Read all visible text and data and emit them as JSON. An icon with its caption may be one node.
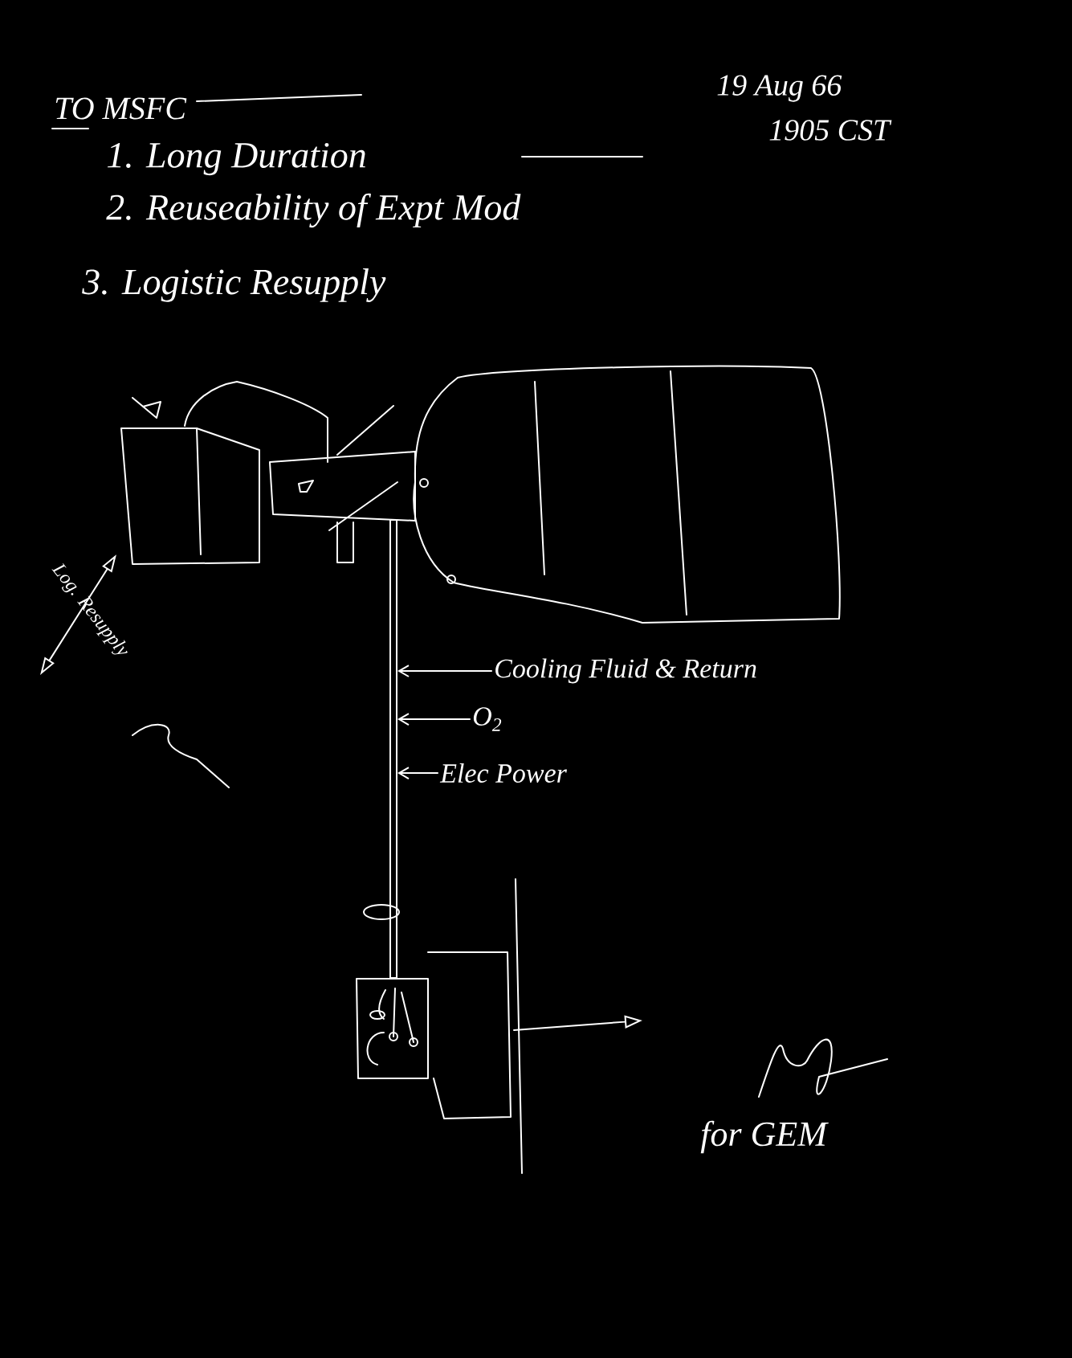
{
  "diagram": {
    "nodes": [
      {
        "text": [
          "Cooling Fluid & Return"
        ]
      },
      {
        "text": [
          "O$_{2}$"
        ]
      },
      {
        "text": [
          "Elec Power"
        ]
      },
      {
        "text": [],
        "shape": "bar"
      }
    ],
    "edges": [
      {
        "from": 0,
        "to": 3,
        "arrow": "to"
      },
      {
        "from": 1,
        "to": 3,
        "arrow": "to"
      },
      {
        "from": 2,
        "to": 3,
        "arrow": "to"
      }
    ],
    "labels": [
      "TO MSFC",
      "19 Aug 66",
      "1905 CST",
      "1. Long Duration",
      "2. Reuseability of Expt Mod",
      "3. Logistic Resupply",
      "Log. Resupply",
      "for GEM"
    ]
  }
}
